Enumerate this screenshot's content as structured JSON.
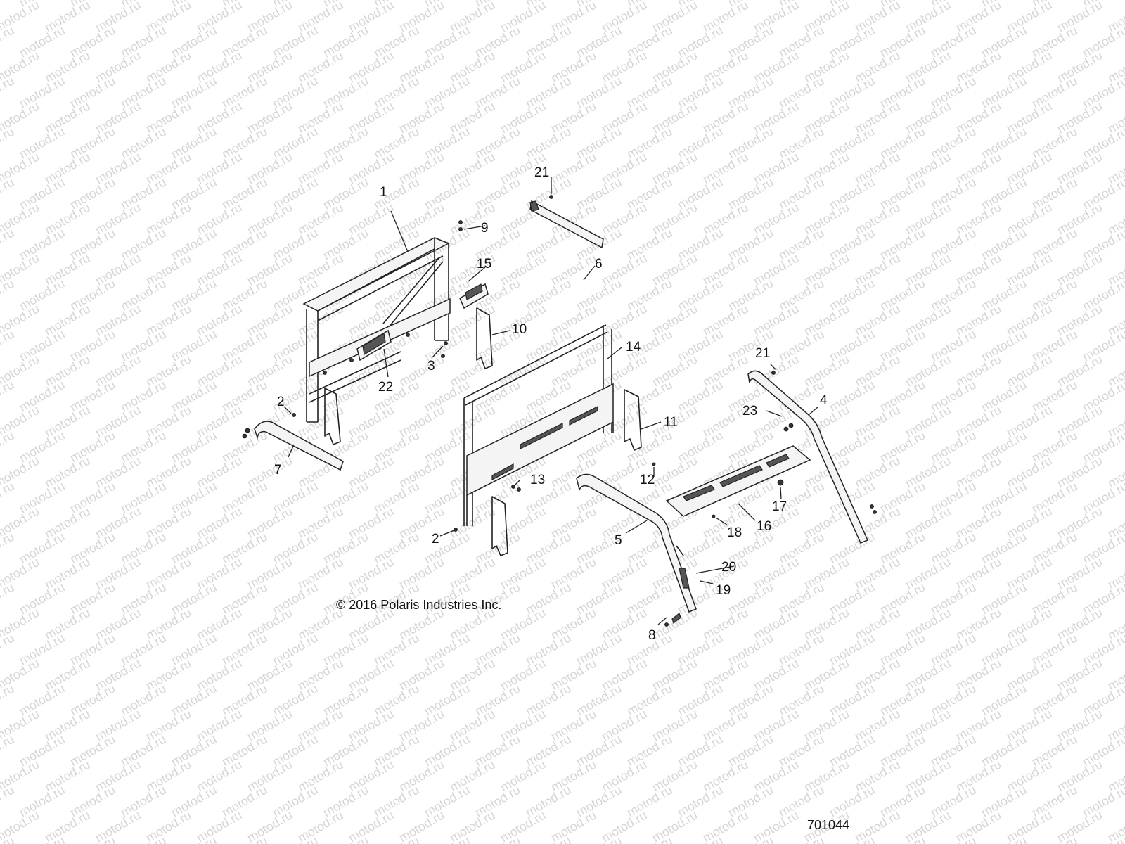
{
  "watermark": "motod.ru",
  "copyright": "© 2016 Polaris Industries Inc.",
  "diagram_number": "701044",
  "callouts": [
    {
      "id": "c1",
      "label": "1"
    },
    {
      "id": "c2a",
      "label": "2"
    },
    {
      "id": "c2b",
      "label": "2"
    },
    {
      "id": "c3",
      "label": "3"
    },
    {
      "id": "c4",
      "label": "4"
    },
    {
      "id": "c5",
      "label": "5"
    },
    {
      "id": "c6",
      "label": "6"
    },
    {
      "id": "c7",
      "label": "7"
    },
    {
      "id": "c8",
      "label": "8"
    },
    {
      "id": "c9",
      "label": "9"
    },
    {
      "id": "c10",
      "label": "10"
    },
    {
      "id": "c11",
      "label": "11"
    },
    {
      "id": "c12",
      "label": "12"
    },
    {
      "id": "c13",
      "label": "13"
    },
    {
      "id": "c14",
      "label": "14"
    },
    {
      "id": "c15",
      "label": "15"
    },
    {
      "id": "c16",
      "label": "16"
    },
    {
      "id": "c17",
      "label": "17"
    },
    {
      "id": "c18",
      "label": "18"
    },
    {
      "id": "c19",
      "label": "19"
    },
    {
      "id": "c20",
      "label": "20"
    },
    {
      "id": "c21a",
      "label": "21"
    },
    {
      "id": "c21b",
      "label": "21"
    },
    {
      "id": "c22",
      "label": "22"
    },
    {
      "id": "c23",
      "label": "23"
    }
  ]
}
